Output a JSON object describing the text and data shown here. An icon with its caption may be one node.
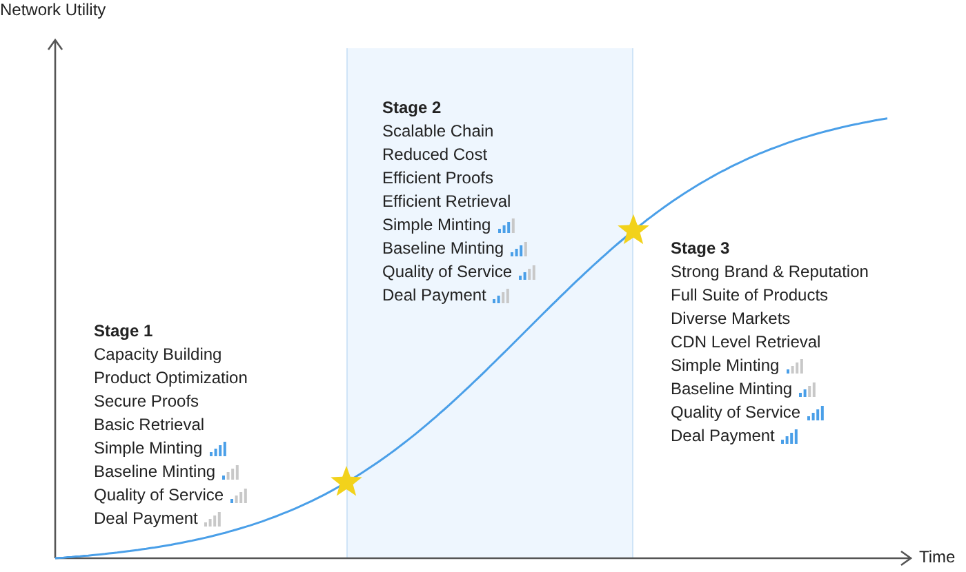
{
  "diagram": {
    "nodes": [
      {
        "text": [
          "Stage 1",
          "Capacity Building",
          "Product Optimization",
          "Secure Proofs",
          "Basic Retrieval",
          "Simple Minting",
          "Baseline Minting",
          "Quality of Service",
          "Deal Payment"
        ]
      },
      {
        "text": [
          "Stage 2",
          "Scalable Chain",
          "Reduced Cost",
          "Efficient Proofs",
          "Efficient Retrieval",
          "Simple Minting",
          "Baseline Minting",
          "Quality of Service",
          "Deal Payment"
        ]
      },
      {
        "text": [
          "Stage 3",
          "Strong Brand & Reputation",
          "Full Suite of Products",
          "Diverse Markets",
          "CDN Level Retrieval",
          "Simple Minting",
          "Baseline Minting",
          "Quality of Service",
          "Deal Payment"
        ]
      }
    ],
    "labels": [
      "Network Utility",
      "Time"
    ]
  }
}
